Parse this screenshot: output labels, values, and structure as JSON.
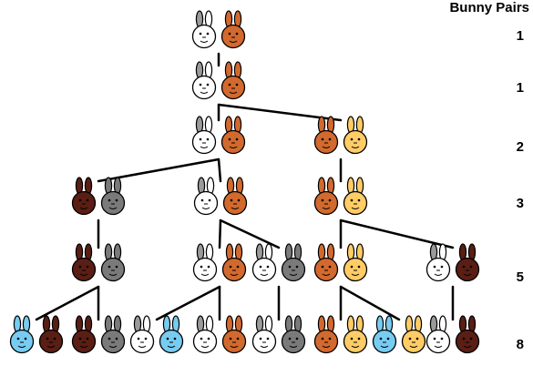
{
  "counts": {
    "title": "Bunny Pairs",
    "values": [
      "1",
      "1",
      "2",
      "3",
      "5",
      "8"
    ]
  },
  "palette": {
    "white": {
      "face": "#ffffff",
      "ear": "#9a9a9a"
    },
    "brown": {
      "face": "#d2692e",
      "ear": "#d2692e"
    },
    "darkbrown": {
      "face": "#5a1e14",
      "ear": "#5a1e14"
    },
    "gray": {
      "face": "#7a7a7a",
      "ear": "#7a7a7a"
    },
    "yellow": {
      "face": "#ffcc66",
      "ear": "#ffcc66"
    },
    "blue": {
      "face": "#77ccf2",
      "ear": "#77ccf2"
    }
  },
  "generations": [
    {
      "pairs": [
        [
          "white",
          "brown"
        ]
      ]
    },
    {
      "pairs": [
        [
          "white",
          "brown"
        ]
      ]
    },
    {
      "pairs": [
        [
          "white",
          "brown"
        ],
        [
          "brown",
          "yellow"
        ]
      ]
    },
    {
      "pairs": [
        [
          "darkbrown",
          "gray"
        ],
        [
          "white",
          "brown"
        ],
        [
          "brown",
          "yellow"
        ]
      ]
    },
    {
      "pairs": [
        [
          "darkbrown",
          "gray"
        ],
        [
          "white",
          "brown"
        ],
        [
          "white",
          "gray"
        ],
        [
          "brown",
          "yellow"
        ],
        [
          "white",
          "darkbrown"
        ]
      ]
    },
    {
      "pairs": [
        [
          "blue",
          "darkbrown"
        ],
        [
          "darkbrown",
          "gray"
        ],
        [
          "white",
          "blue"
        ],
        [
          "white",
          "brown"
        ],
        [
          "white",
          "gray"
        ],
        [
          "brown",
          "yellow"
        ],
        [
          "blue",
          "yellow"
        ],
        [
          "white",
          "darkbrown"
        ]
      ]
    }
  ],
  "links": [
    [
      0,
      0,
      1,
      0
    ],
    [
      1,
      0,
      2,
      0
    ],
    [
      1,
      0,
      2,
      1
    ],
    [
      2,
      0,
      3,
      0
    ],
    [
      2,
      0,
      3,
      1
    ],
    [
      2,
      1,
      3,
      2
    ],
    [
      3,
      0,
      4,
      0
    ],
    [
      3,
      1,
      4,
      1
    ],
    [
      3,
      1,
      4,
      2
    ],
    [
      3,
      2,
      4,
      3
    ],
    [
      3,
      2,
      4,
      4
    ],
    [
      4,
      0,
      5,
      0
    ],
    [
      4,
      0,
      5,
      1
    ],
    [
      4,
      1,
      5,
      2
    ],
    [
      4,
      1,
      5,
      3
    ],
    [
      4,
      2,
      5,
      4
    ],
    [
      4,
      3,
      5,
      5
    ],
    [
      4,
      3,
      5,
      6
    ],
    [
      4,
      4,
      5,
      7
    ]
  ]
}
